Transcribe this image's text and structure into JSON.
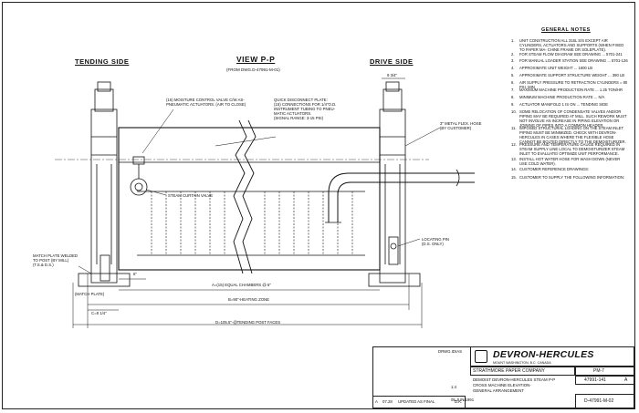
{
  "view": {
    "tending_side": "TENDING SIDE",
    "title": "VIEW P-P",
    "from_ref": "(FROM DWG.D-47991-M-01)",
    "drive_side": "DRIVE SIDE",
    "dim_top_drive": "9 3/4\""
  },
  "callouts": {
    "moisture_valve": "(15) MOISTURE CONTROL VALVE C/W AS-\nPNEUMATIC ACTUATORS. (AIR TO CLOSE)",
    "quick_disconnect": "QUICK DISCONNECT PLATE:\n(15) CONNECTIONS FOR 1/4\"O.D.\nINSTRUMENT TUBING TO PNEU-\nMATIC ACTUATORS.\n(SIGNAL RANGE: 3-15 PSI)",
    "metal_hose": "3\" METAL FLEX. HOSE\n(BY CUSTOMER)",
    "steam_curtain": "STEAM CURTAIN VALVE",
    "locating_pin": "LOCATING PIN\n(D.S. ONLY)",
    "match_plate": "MATCH PLATE WELDED\nTO POST (BY MILL)\n(T.S.& D.S.)",
    "match_plate_label": "(MATCH PLATE)",
    "dim_6": "6\"",
    "dim_chambers": "A=(15) EQUAL CHAMBERS @ 6\"",
    "dim_b": "B=90\"-HEATING ZONE",
    "dim_c": "C=8 1/4\"",
    "dim_d": "D=105.5\"-@TENDING POST FACES"
  },
  "general_notes": {
    "title": "GENERAL NOTES",
    "items": [
      {
        "n": "1.",
        "text": "UNIT CONSTRUCTION ALL 316L S/S EXCEPT AIR CYLINDERS, ACTUATORS AND SUPPORTS (WHEN FIXED TO PAPER MA- CHINE FRAME OR SOLEPLATE)."
      },
      {
        "n": "2.",
        "text": "FOR STEAM FLOW DIAGRAM SEE DRAWING ... 5701-241"
      },
      {
        "n": "3.",
        "text": "FOR MANUAL LOADER STATION SEE DRAWING ... 5701-126"
      },
      {
        "n": "4.",
        "text": "APPROXIMATE UNIT WEIGHT ... 1600 LB"
      },
      {
        "n": "5.",
        "text": "APPROXIMATE SUPPORT STRUCTURE WEIGHT ... 390 LB"
      },
      {
        "n": "6.",
        "text": "AIR SUPPLY PRESSURE TO RETRACTION CYLINDERS = 80 PSI, MIN"
      },
      {
        "n": "7.",
        "text": "MAXIMUM MACHINE PRODUCTION RATE ... 1.25 TON/HR"
      },
      {
        "n": "8.",
        "text": "MINIMUM MACHINE PRODUCTION RATE ... N/A"
      },
      {
        "n": "9.",
        "text": "ACTUATOR MANIFOLD 1 IS ON ... TENDING SIDE"
      },
      {
        "n": "10.",
        "text": "SOME RELOCATION OF CONDENSATE VALVES AND/OR PIPING MAY BE REQUIRED AT MILL. SUCH REWORK MUST NOT INVOLVE AN INCREASE IN PIPING ELEVATION OR JOINING OF PIPES INTO A COMMON HEADER."
      },
      {
        "n": "11.",
        "text": "IMPOSED STRUCTURAL LOADING ON THE STEAM INLET PIPING MUST BE MINIMIZED. CHECK WITH DEVRON-HERCULES IN CASES WHERE THE FLEXIBLE HOSE CANNOT BE BOLTED DIRECTLY TO THE DEMOISTURIZER."
      },
      {
        "n": "12.",
        "text": "PRESSURE AND TEMPERATURE GAUGE REQUIRED IN STEAM SUPPLY LINE LOCAL TO DEMOISTURIZER STEAM INLET TO EVALUATE/ OPTIMIZE UNIT PERFORMANCE."
      },
      {
        "n": "13.",
        "text": "INSTALL HOT WATER HOSE FOR WASH DOWN (NEVER USE COLD WATER)."
      },
      {
        "n": "14.",
        "text": "CUSTOMER REFERENCE DRAWINGS:"
      },
      {
        "n": "15.",
        "text": "CUSTOMER TO SUPPLY THE FOLLOWING INFORMATION:"
      }
    ]
  },
  "title_block": {
    "logo": "DEVRON-HERCULES",
    "logo_address": "MOUNT WASHINGTON, B.C. CANADA",
    "drawn_label": "DRWG.IDIAS",
    "customer": "STRATHMORE PAPER COMPANY",
    "machine": "PM-7",
    "drawing_no_short": "47991-141",
    "rev_box": "A",
    "scale": "1:4",
    "desc1": "DEMOIST DEVRON-HERCULES STEAM P-P",
    "desc2": "CROSS MACHINE ELEVATION-",
    "desc3": "GENERAL ARRANGEMENT",
    "date": "05.JUN/1991",
    "drawing_no": "D-47991-M-02",
    "revision": {
      "rev": "A",
      "date": "07.28",
      "text": "UPDATED AS FINAL",
      "by": "D.K."
    }
  }
}
